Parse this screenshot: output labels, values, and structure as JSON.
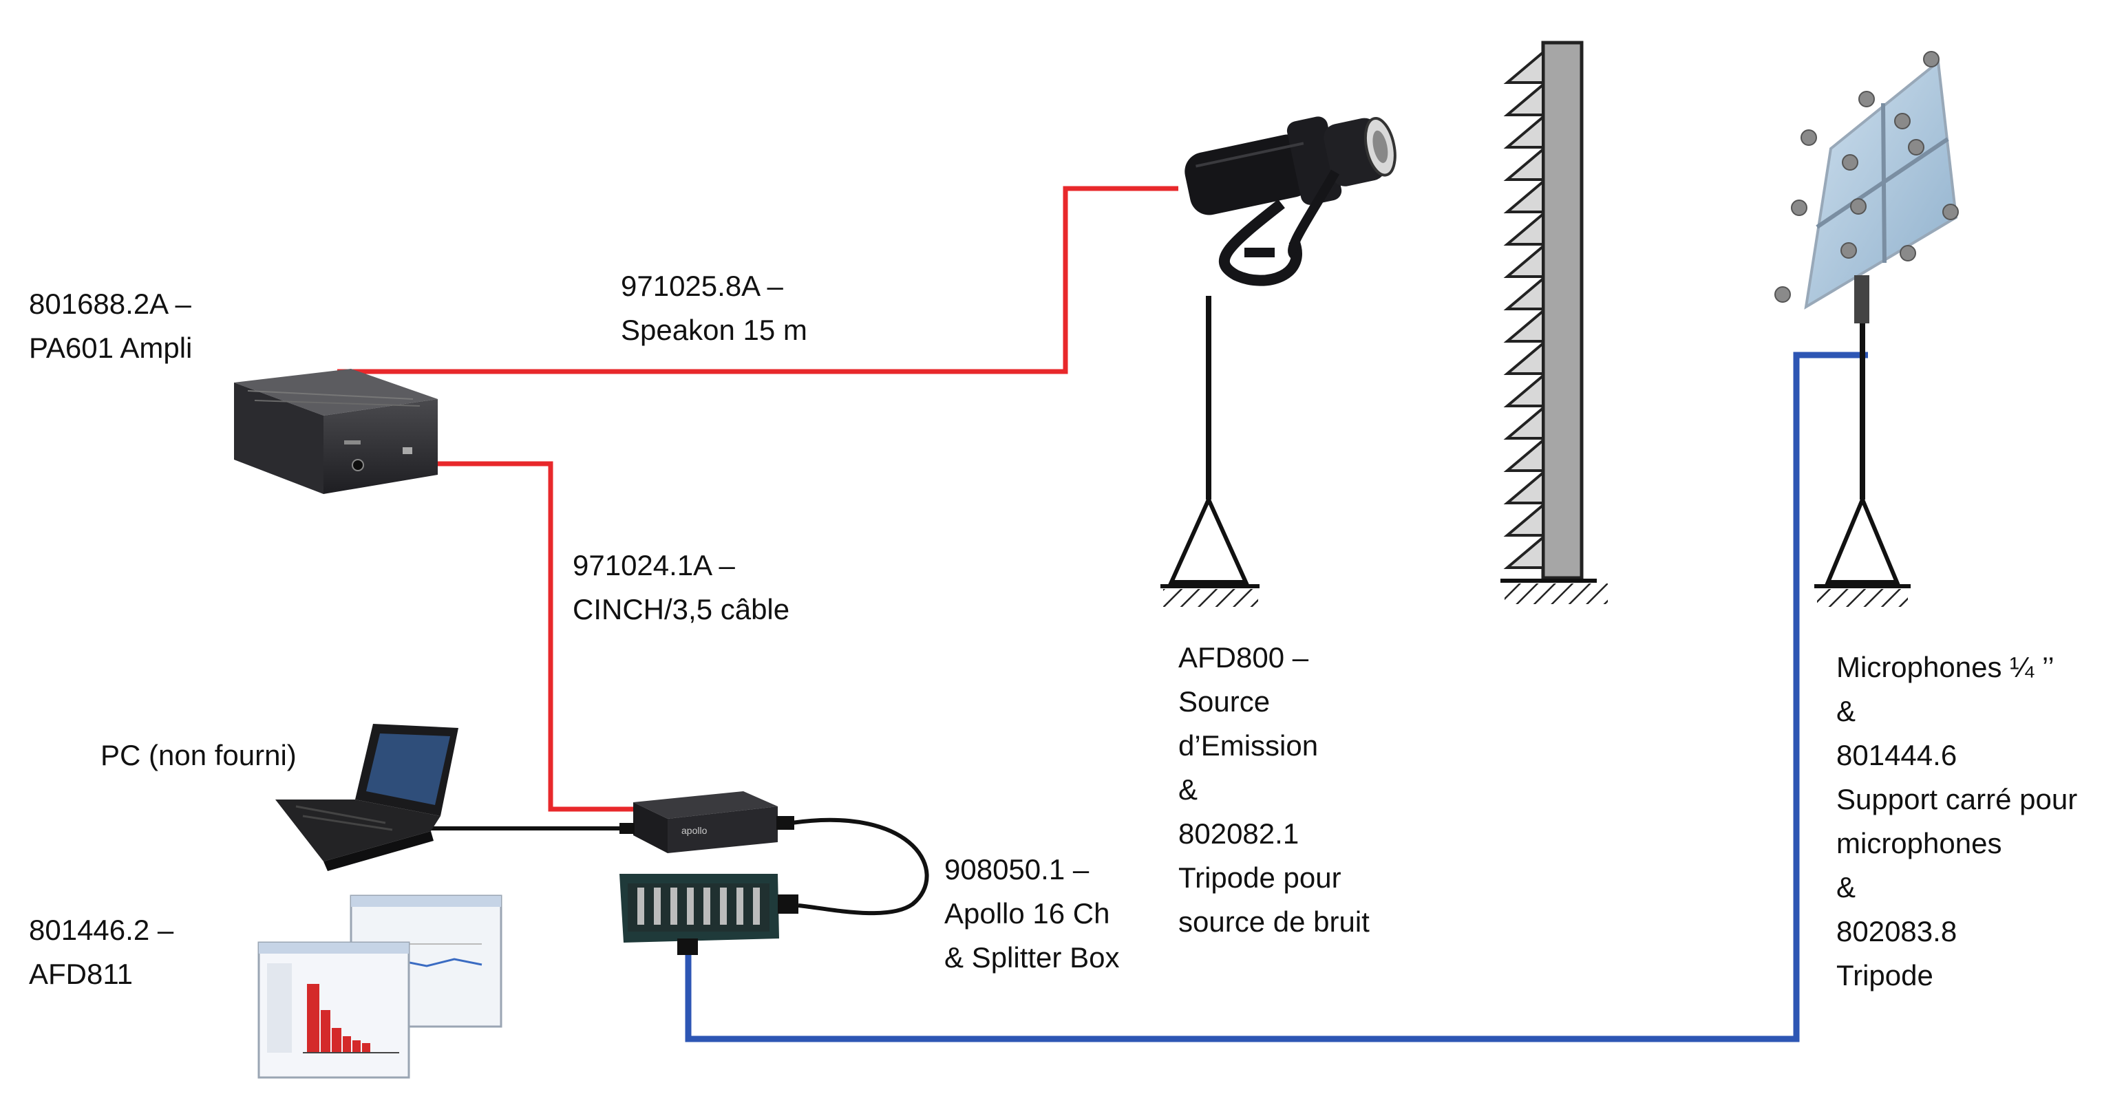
{
  "colors": {
    "speaker_cable": "#e8282b",
    "microphone_cable": "#2d56b4",
    "data_cable": "#111111"
  },
  "icons": [
    "amplifier-icon",
    "speaker-source-icon",
    "tripod-icon",
    "absorber-wall-icon",
    "microphone-array-icon",
    "laptop-icon",
    "software-screenshot-icon",
    "daq-interface-icon",
    "splitter-box-icon"
  ],
  "labels": {
    "amplifier": [
      "801688.2A –",
      "PA601 Ampli"
    ],
    "speaker_cable": [
      "971025.8A –",
      "Speakon 15 m"
    ],
    "cinch_cable": [
      "971024.1A –",
      "CINCH/3,5 câble"
    ],
    "pc": [
      "PC (non fourni)"
    ],
    "software": [
      "801446.2 –",
      "AFD811"
    ],
    "apollo": [
      "908050.1 –",
      "Apollo 16 Ch",
      "& Splitter Box"
    ],
    "source": [
      "AFD800 –",
      "Source",
      "d’Emission",
      "&",
      "802082.1",
      "Tripode pour",
      "source de bruit"
    ],
    "microphones": [
      "Microphones ¼ ’’",
      "&",
      "801444.6",
      "Support carré pour",
      "microphones",
      "&",
      "802083.8",
      "Tripode"
    ]
  }
}
